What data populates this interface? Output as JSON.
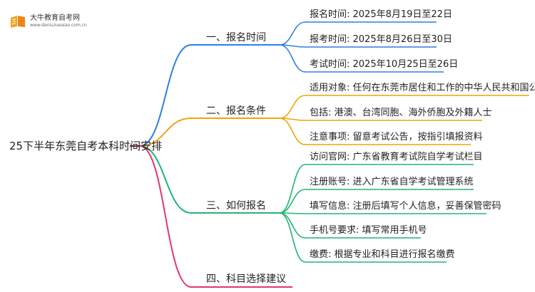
{
  "logo": {
    "name": "大牛教育自考网",
    "url": "www.daniuzueaiao.com.cn"
  },
  "root": "25下半年东莞自考本科时间安排",
  "colors": {
    "blue": "#2f7fe8",
    "orange": "#f2a20b",
    "green": "#22b573",
    "pink": "#e2376c",
    "root_edge": "#8a1538"
  },
  "branches": [
    {
      "label": "一、报名时间",
      "color_key": "blue",
      "leaves": [
        "报名时间: 2025年8月19日至22日",
        "报考时间: 2025年8月26日至30日",
        "考试时间: 2025年10月25日至26日"
      ]
    },
    {
      "label": "二、报名条件",
      "color_key": "orange",
      "leaves": [
        "适用对象: 任何在东莞市居住和工作的中华人民共和国公民",
        "包括: 港澳、台湾同胞、海外侨胞及外籍人士",
        "注意事项: 留意考试公告，按指引填报资料"
      ]
    },
    {
      "label": "三、如何报名",
      "color_key": "green",
      "leaves": [
        "访问官网: 广东省教育考试院自学考试栏目",
        "注册账号: 进入广东省自学考试管理系统",
        "填写信息: 注册后填写个人信息，妥善保管密码",
        "手机号要求: 填写常用手机号",
        "缴费: 根据专业和科目进行报名缴费"
      ]
    },
    {
      "label": "四、科目选择建议",
      "color_key": "pink",
      "leaves": []
    }
  ]
}
